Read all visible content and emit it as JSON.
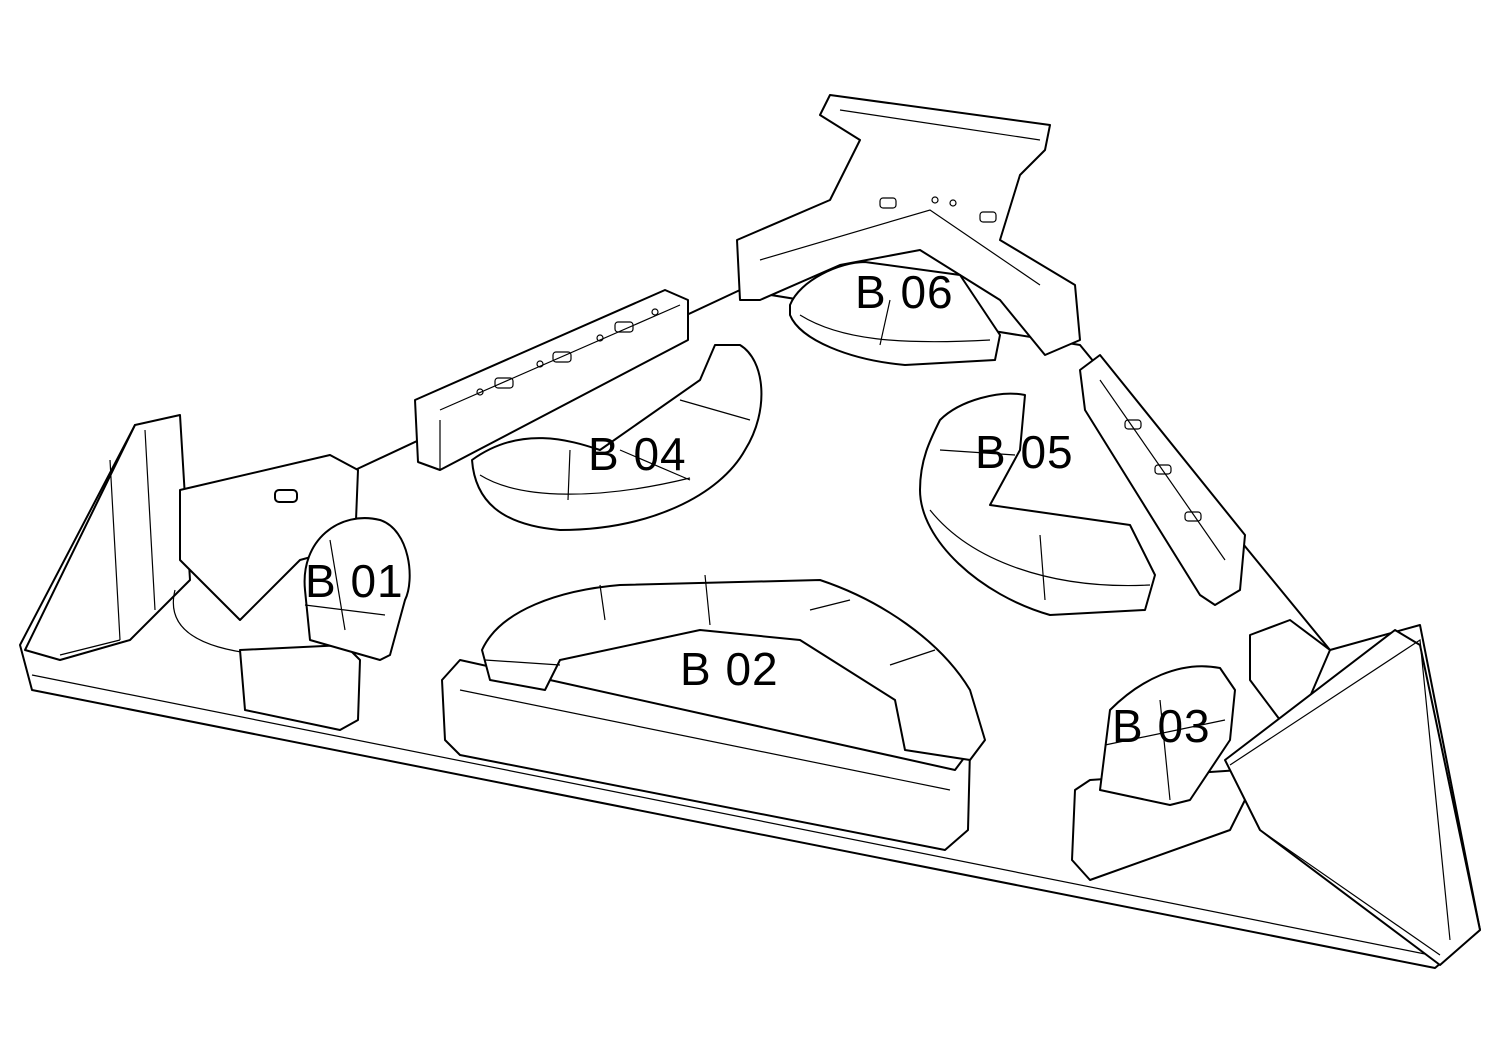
{
  "diagram": {
    "type": "isometric line drawing of a tray with part cavities",
    "line_color": "#000000",
    "background": "#ffffff",
    "labels": [
      "B 01",
      "B 02",
      "B 03",
      "B 04",
      "B 05",
      "B 06"
    ]
  }
}
